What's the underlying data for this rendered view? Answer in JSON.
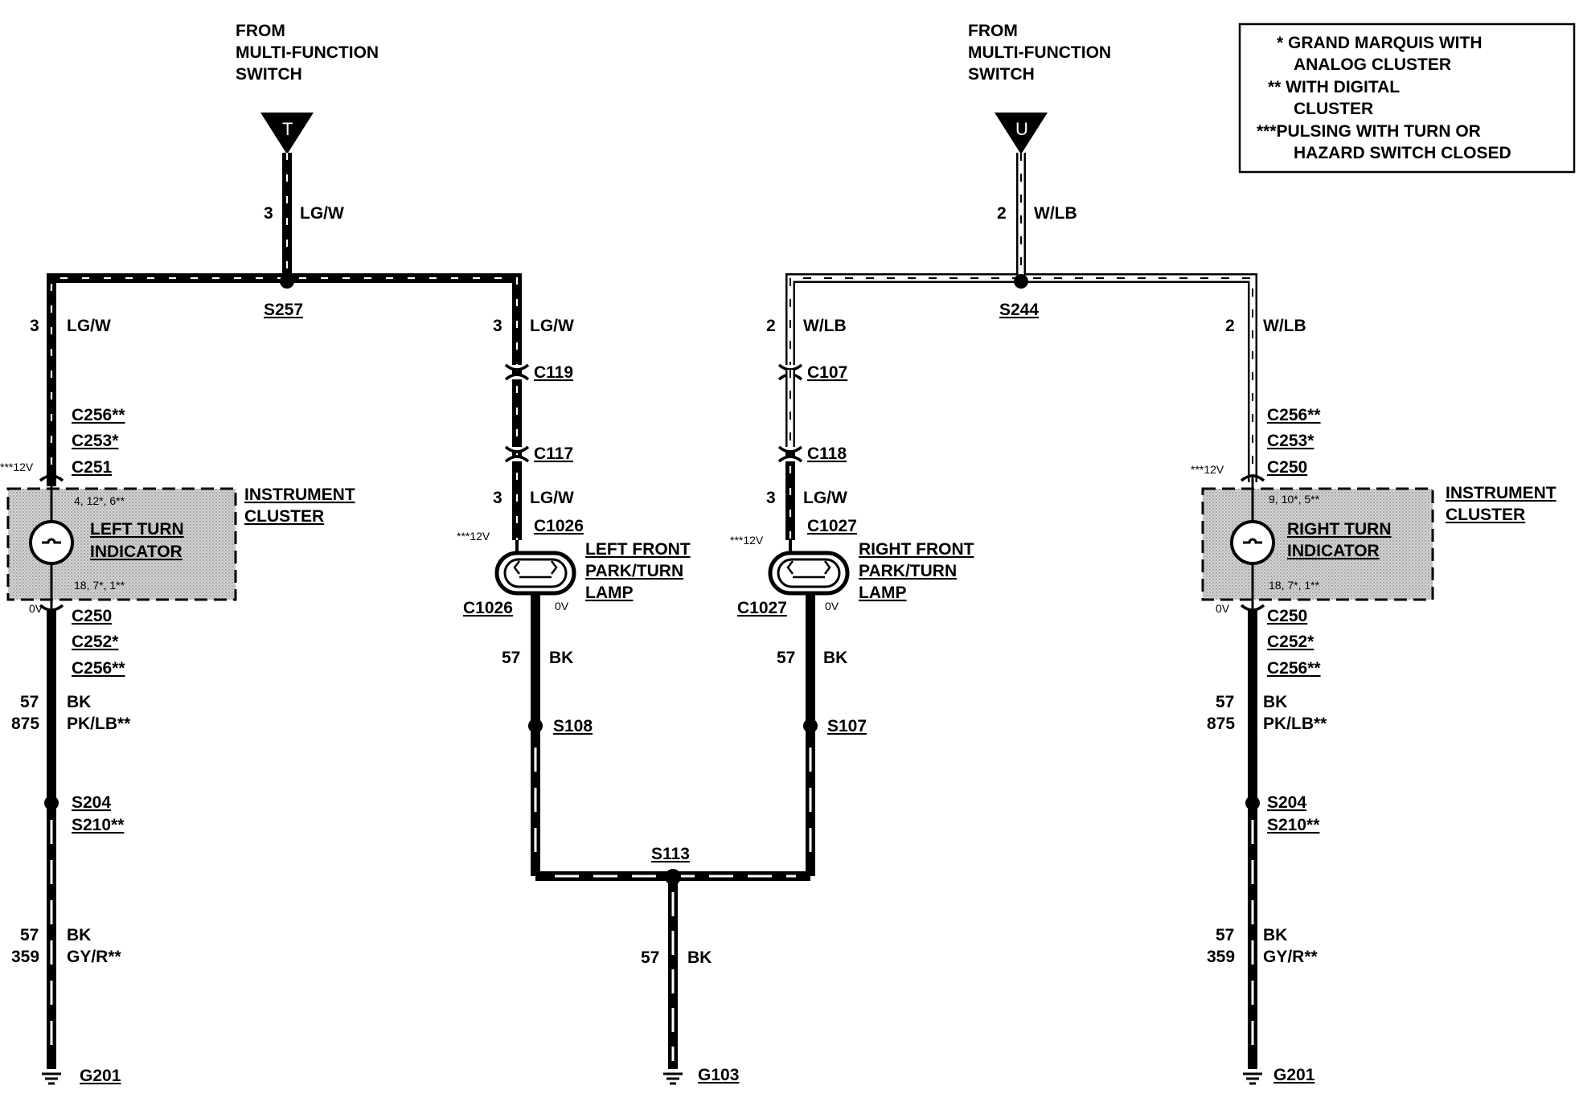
{
  "legend": {
    "line1": "* GRAND MARQUIS WITH",
    "line2": "ANALOG CLUSTER",
    "line3": "** WITH DIGITAL",
    "line4": "CLUSTER",
    "line5": "***PULSING WITH TURN OR",
    "line6": "HAZARD SWITCH CLOSED"
  },
  "left_source": {
    "from_line1": "FROM",
    "from_line2": "MULTI-FUNCTION",
    "from_line3": "SWITCH",
    "terminal": "T",
    "circuit": "3",
    "color": "LG/W",
    "splice": "S257"
  },
  "right_source": {
    "from_line1": "FROM",
    "from_line2": "MULTI-FUNCTION",
    "from_line3": "SWITCH",
    "terminal": "U",
    "circuit": "2",
    "color": "W/LB",
    "splice": "S244"
  },
  "left_cluster": {
    "circuit": "3",
    "color": "LG/W",
    "conn_a": "C256**",
    "conn_b": "C253*",
    "conn_c": "C251",
    "voltage_top": "***12V",
    "pins_top": "4, 12*, 6**",
    "indicator_l1": "LEFT TURN",
    "indicator_l2": "INDICATOR",
    "pins_bottom": "18, 7*, 1**",
    "cluster_l1": "INSTRUMENT",
    "cluster_l2": "CLUSTER",
    "voltage_bottom": "0V",
    "conn_d": "C250",
    "conn_e": "C252*",
    "conn_f": "C256**",
    "c57": "57",
    "c875": "875",
    "bk": "BK",
    "pklb": "PK/LB**",
    "s204": "S204",
    "s210": "S210**",
    "c57b": "57",
    "c359": "359",
    "bk2": "BK",
    "gyr": "GY/R**",
    "ground": "G201"
  },
  "left_lamp": {
    "circuit": "3",
    "color": "LG/W",
    "conn_a": "C119",
    "conn_b": "C117",
    "circuit2": "3",
    "color2": "LG/W",
    "conn_c": "C1026",
    "voltage_top": "***12V",
    "lamp_l1": "LEFT FRONT",
    "lamp_l2": "PARK/TURN",
    "lamp_l3": "LAMP",
    "conn_d": "C1026",
    "voltage_bottom": "0V",
    "c57": "57",
    "bk": "BK",
    "splice": "S108"
  },
  "right_lamp": {
    "circuit": "2",
    "color": "W/LB",
    "conn_a": "C107",
    "conn_b": "C118",
    "circuit2": "3",
    "color2": "LG/W",
    "conn_c": "C1027",
    "voltage_top": "***12V",
    "lamp_l1": "RIGHT FRONT",
    "lamp_l2": "PARK/TURN",
    "lamp_l3": "LAMP",
    "conn_d": "C1027",
    "voltage_bottom": "0V",
    "c57": "57",
    "bk": "BK",
    "splice": "S107"
  },
  "center_ground": {
    "splice": "S113",
    "c57": "57",
    "bk": "BK",
    "ground": "G103"
  },
  "right_cluster": {
    "circuit": "2",
    "color": "W/LB",
    "conn_a": "C256**",
    "conn_b": "C253*",
    "conn_c": "C250",
    "voltage_top": "***12V",
    "pins_top": "9, 10*, 5**",
    "indicator_l1": "RIGHT TURN",
    "indicator_l2": "INDICATOR",
    "pins_bottom": "18, 7*, 1**",
    "cluster_l1": "INSTRUMENT",
    "cluster_l2": "CLUSTER",
    "voltage_bottom": "0V",
    "conn_d": "C250",
    "conn_e": "C252*",
    "conn_f": "C256**",
    "c57": "57",
    "c875": "875",
    "bk": "BK",
    "pklb": "PK/LB**",
    "s204": "S204",
    "s210": "S210**",
    "c57b": "57",
    "c359": "359",
    "bk2": "BK",
    "gyr": "GY/R**",
    "ground": "G201"
  }
}
